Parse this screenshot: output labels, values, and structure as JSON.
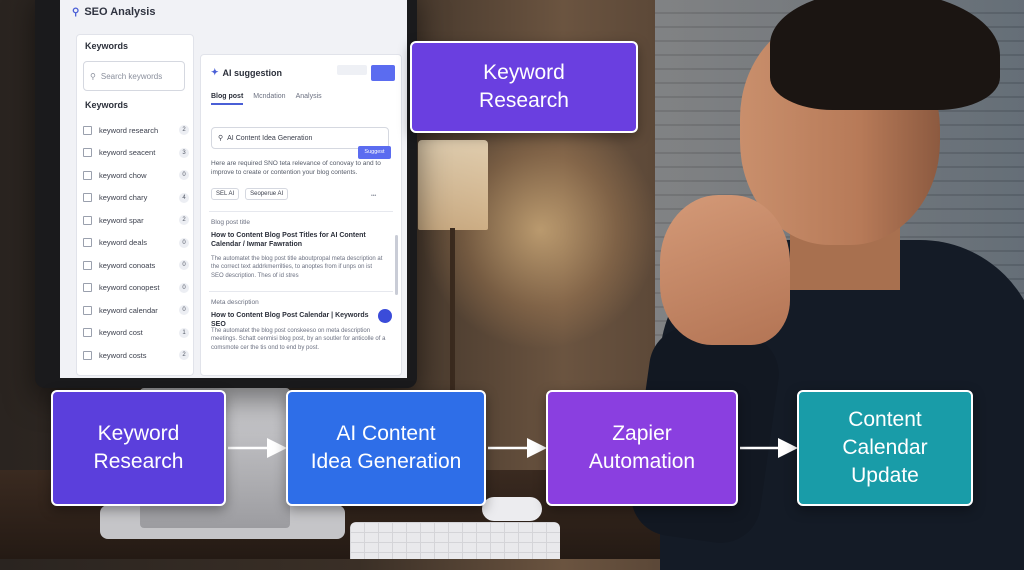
{
  "screen": {
    "app_title": "SEO Analysis",
    "keywords_header": "Keywords",
    "search_placeholder": "Search keywords",
    "keywords_subheader": "Keywords",
    "keywords": [
      {
        "label": "keyword research",
        "count": "2"
      },
      {
        "label": "keyword seacent",
        "count": "3"
      },
      {
        "label": "keyword chow",
        "count": "0"
      },
      {
        "label": "keyword chary",
        "count": "4"
      },
      {
        "label": "keyword spar",
        "count": "2"
      },
      {
        "label": "keyword deals",
        "count": "0"
      },
      {
        "label": "keyword conoats",
        "count": "0"
      },
      {
        "label": "keyword conopest",
        "count": "0"
      },
      {
        "label": "keyword calendar",
        "count": "0"
      },
      {
        "label": "keyword cost",
        "count": "1"
      },
      {
        "label": "keyword costs",
        "count": "2"
      }
    ],
    "ai_panel": {
      "title": "AI suggestion",
      "tabs": [
        "Blog post",
        "Mcndation",
        "Analysis"
      ],
      "topic_input": "AI Content Idea Generation",
      "topic_button": "Suggest",
      "description": "Here are required SNO teta relevance of conovay to and to improve to create or contention your blog contents.",
      "chips": [
        "SEL AI",
        "Seoperue AI"
      ],
      "blog_label": "Blog post title",
      "blog_title": "How to Content Blog Post Titles for AI Content Calendar / Iwmar Fawration",
      "blog_body": "The automatet the blog post title aboutpropal meta description at the correct text addrkmerrilties, to anoptes from if unps on ist SEO description. Thes of id stres",
      "meta_label": "Meta description",
      "meta_title": "How to Content Blog Post Calendar | Keywords SEO",
      "meta_body": "The automatet the blog post conskeeso on meta description meetings. Schatt cenmisi blog post, by an soutler for anticolle of a comsmote cer the tis ond to end by post."
    }
  },
  "labels": {
    "top": [
      "Keyword",
      "Research"
    ]
  },
  "flow": [
    {
      "lines": [
        "Keyword",
        "Research"
      ],
      "color": "#5b3fdc"
    },
    {
      "lines": [
        "AI Content",
        "Idea Generation"
      ],
      "color": "#2e6ee8"
    },
    {
      "lines": [
        "Zapier",
        "Automation"
      ],
      "color": "#8a3fe0"
    },
    {
      "lines": [
        "Content",
        "Calendar",
        "Update"
      ],
      "color": "#199ca8"
    }
  ]
}
